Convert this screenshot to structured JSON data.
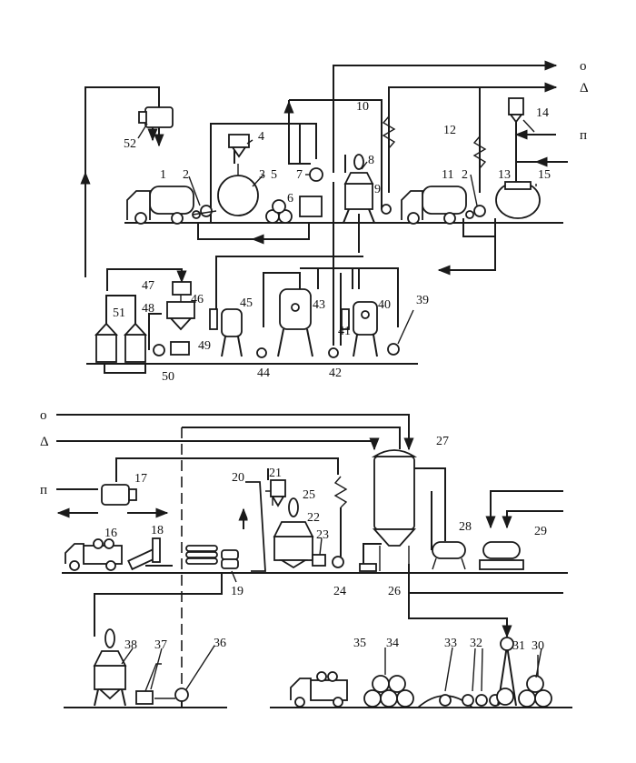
{
  "stream_markers": {
    "o": "o",
    "delta": "Δ",
    "pi": "п"
  },
  "labels": {
    "l1": "1",
    "l2": "2",
    "l2b": "2",
    "l3": "3",
    "l4": "4",
    "l5": "5",
    "l6": "6",
    "l7": "7",
    "l8": "8",
    "l9": "9",
    "l10": "10",
    "l11": "11",
    "l12": "12",
    "l13": "13",
    "l14": "14",
    "l15": "15",
    "l16": "16",
    "l17": "17",
    "l18": "18",
    "l19": "19",
    "l20": "20",
    "l21": "21",
    "l22": "22",
    "l23": "23",
    "l24": "24",
    "l25": "25",
    "l26": "26",
    "l27": "27",
    "l28": "28",
    "l29": "29",
    "l30": "30",
    "l31": "31",
    "l32": "32",
    "l33": "33",
    "l34": "34",
    "l35": "35",
    "l36": "36",
    "l37": "37",
    "l38": "38",
    "l39": "39",
    "l40": "40",
    "l41": "41",
    "l42": "42",
    "l43": "43",
    "l44": "44",
    "l45": "45",
    "l46": "46",
    "l47": "47",
    "l48": "48",
    "l49": "49",
    "l50": "50",
    "l51": "51",
    "l52": "52"
  }
}
